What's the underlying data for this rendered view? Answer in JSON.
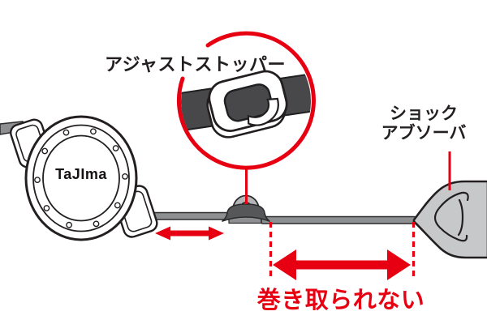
{
  "diagram": {
    "labels": {
      "adjust_stopper": "アジャストストッパー",
      "shock_absorber_line1": "ショック",
      "shock_absorber_line2": "アブソーバ",
      "caption": "巻き取られない"
    },
    "brand": "TaJIma",
    "colors": {
      "annotation_red": "#e60012",
      "ink": "#231f20",
      "strap": "#8e8f91",
      "stopper": "#565759",
      "absorber": "#c7c8c9",
      "arch": "#b4b5b7",
      "lens_strap": "#48484a"
    }
  }
}
